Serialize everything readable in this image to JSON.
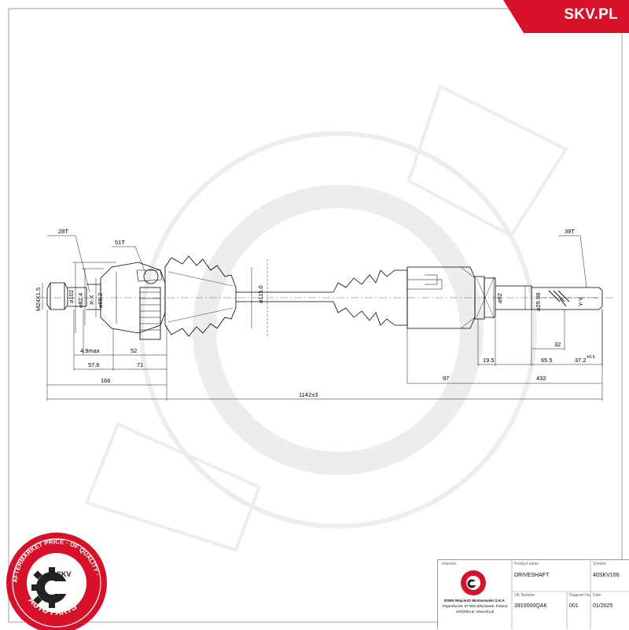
{
  "brand": {
    "name": "SKV.PL",
    "color": "#d8112a"
  },
  "seal": {
    "ring_text": "AFTERMARKET PRICE · OF QUALITY ·",
    "center": "SKV",
    "bottom": "AUTO PARTS"
  },
  "drawing": {
    "callouts": {
      "inner_teeth": "28T",
      "abs_teeth": "51T",
      "outer_teeth": "39T"
    },
    "thread": "M24X1.5",
    "diameters": {
      "d102": "⌀102",
      "d82_4": "⌀82.4",
      "d65_2": "⌀65.2",
      "d115": "⌀115.0",
      "d62": "⌀62",
      "d29_98": "⌀29.98"
    },
    "sections": {
      "xx": "X-X",
      "yy": "Y-Y"
    },
    "dimensions": {
      "d4_9max": "4.9max",
      "d52": "52",
      "d57_6": "57.6",
      "d71": "71",
      "d166": "166",
      "d1142": "1142±3",
      "d19_5": "19.5",
      "d32": "32",
      "d65_5": "65.5",
      "d37_2": "37.2",
      "d37_2_tol": "±0.5",
      "d97": "97",
      "d432": "432"
    }
  },
  "titleblock": {
    "importer_caption": "Importer",
    "importer_name": "ESEN Wojciech Michorowski S.K.A.",
    "importer_address": "Papiezka 69, 87-800 Wloclawek, Poland",
    "importer_contact": "info@skv.pl, www.skv.pl",
    "product_name_caption": "Product name",
    "product_name": "DRIVESHAFT",
    "symbol_caption": "Symbol",
    "symbol": "40SKV106",
    "oe_caption": "OE Number",
    "oe": "3910000QAK",
    "diagram_caption": "Diagram No",
    "diagram": "001",
    "date_caption": "Date",
    "date": "01/2025"
  }
}
